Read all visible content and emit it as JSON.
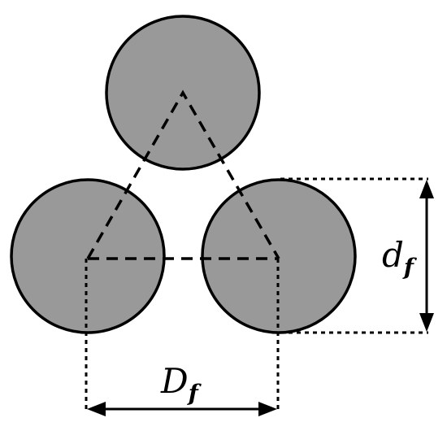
{
  "diagram": {
    "labels": {
      "diameter_var": "d",
      "diameter_sub": "f",
      "spacing_var": "D",
      "spacing_sub": "f"
    },
    "colors": {
      "fiber_fill": "#999999",
      "stroke": "#000000",
      "background": "#ffffff"
    }
  }
}
